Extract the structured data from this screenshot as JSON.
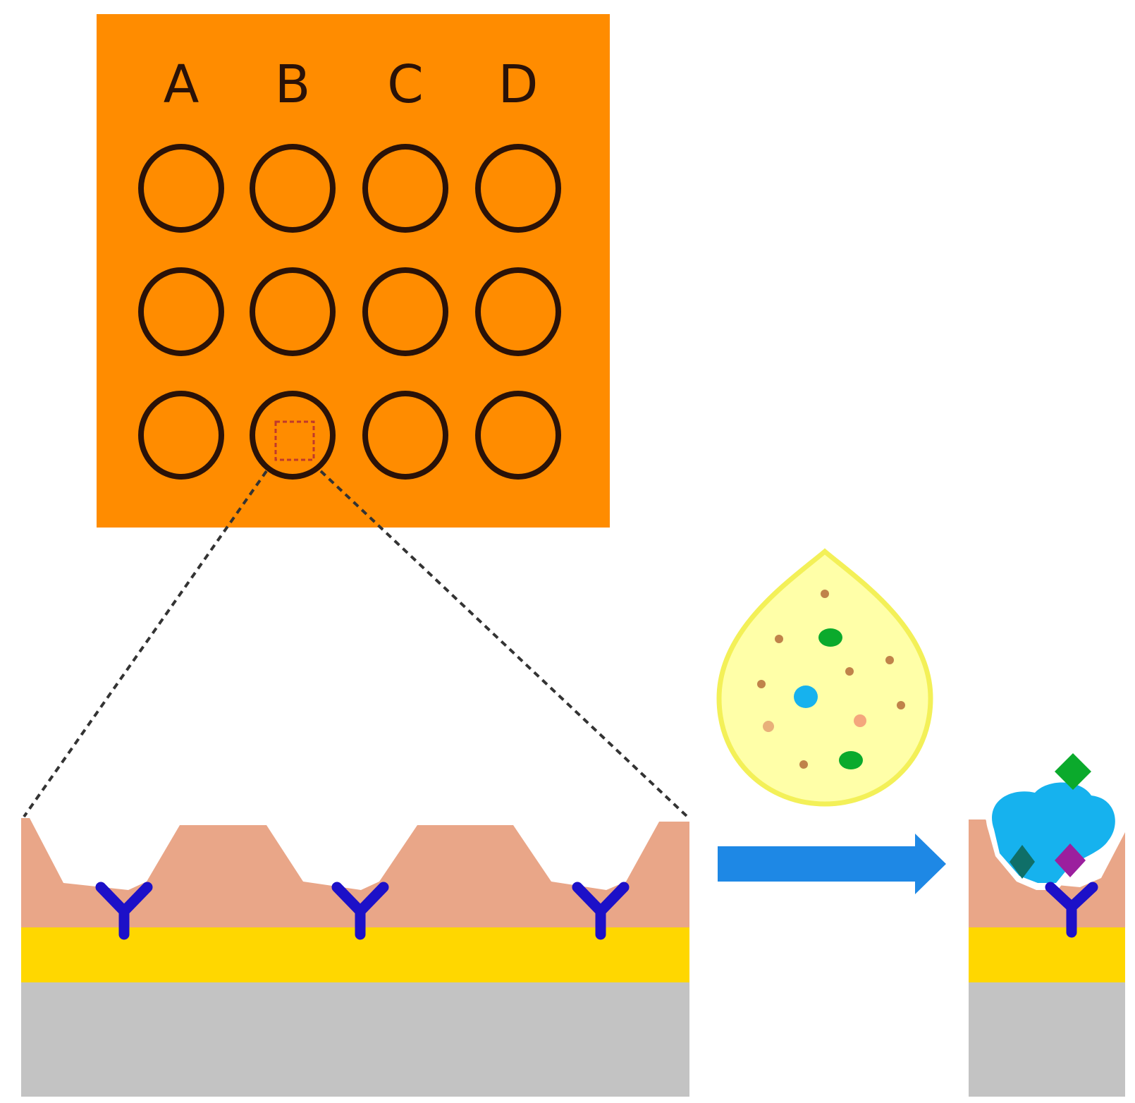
{
  "plate": {
    "column_labels": [
      "A",
      "B",
      "C",
      "D"
    ],
    "rows": 3,
    "background_color": "#FF8C00",
    "well_stroke_color": "#2a1208",
    "zoom_marker_color": "#c0392b",
    "zoomed_well": {
      "column": "B",
      "row": 3
    }
  },
  "colors": {
    "tissue": "#E9A688",
    "gold_layer": "#FFD700",
    "substrate": "#C3C3C3",
    "antibody": "#1C10C8",
    "arrow": "#1E88E5",
    "droplet_fill": "#FFFFA8",
    "droplet_edge": "#F3F058",
    "target_cell": "#16B2EE",
    "green_marker": "#0BAA2C",
    "teal_marker": "#0F6F68",
    "purple_marker": "#9B1F9E",
    "zoom_line": "#333333"
  },
  "icons": {
    "antibody": "y-shaped-antibody-icon",
    "arrow": "right-arrow-icon",
    "droplet": "sample-droplet-icon",
    "cell": "captured-cell-icon"
  }
}
